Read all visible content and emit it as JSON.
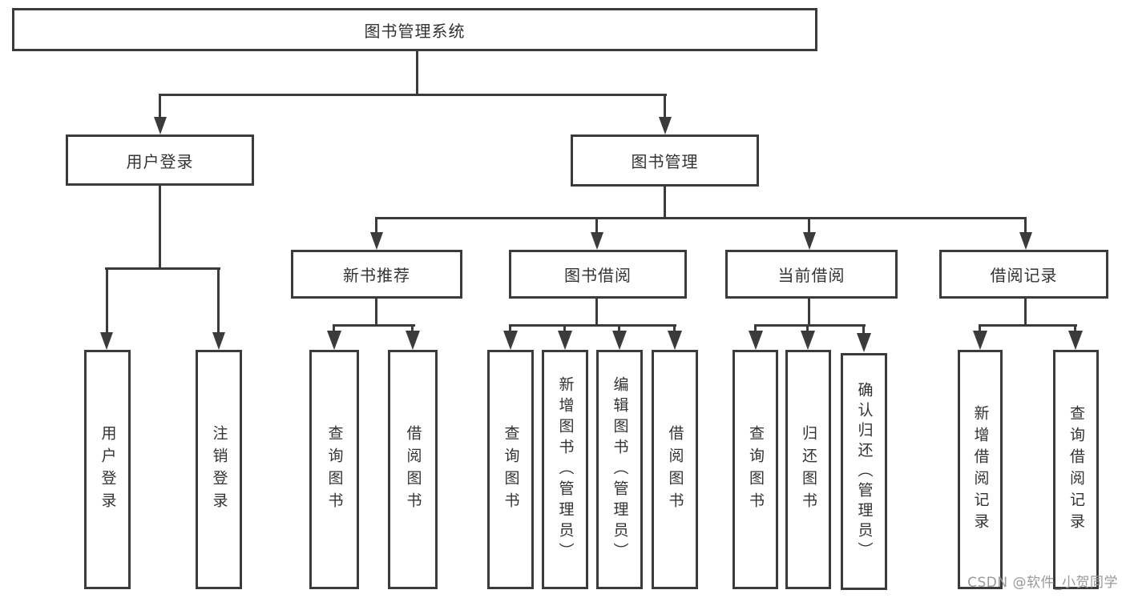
{
  "diagram": {
    "root": "图书管理系统",
    "branches": {
      "user": {
        "label": "用户登录",
        "children": [
          "用户登录",
          "注销登录"
        ]
      },
      "management": {
        "label": "图书管理",
        "groups": {
          "recommend": {
            "label": "新书推荐",
            "children": [
              "查询图书",
              "借阅图书"
            ]
          },
          "borrow": {
            "label": "图书借阅",
            "children": [
              "查询图书",
              "新增图书（管理员）",
              "编辑图书（管理员）",
              "借阅图书"
            ]
          },
          "current": {
            "label": "当前借阅",
            "children": [
              "查询图书",
              "归还图书",
              "确认归还（管理员）"
            ]
          },
          "records": {
            "label": "借阅记录",
            "children": [
              "新增借阅记录",
              "查询借阅记录"
            ]
          }
        }
      }
    }
  },
  "watermark": "CSDN @软件_小贺同学",
  "colors": {
    "line": "#3b3b3b",
    "text": "#333333",
    "box_fill": "#ffffff",
    "watermark": "#999999",
    "background": "#ffffff"
  }
}
